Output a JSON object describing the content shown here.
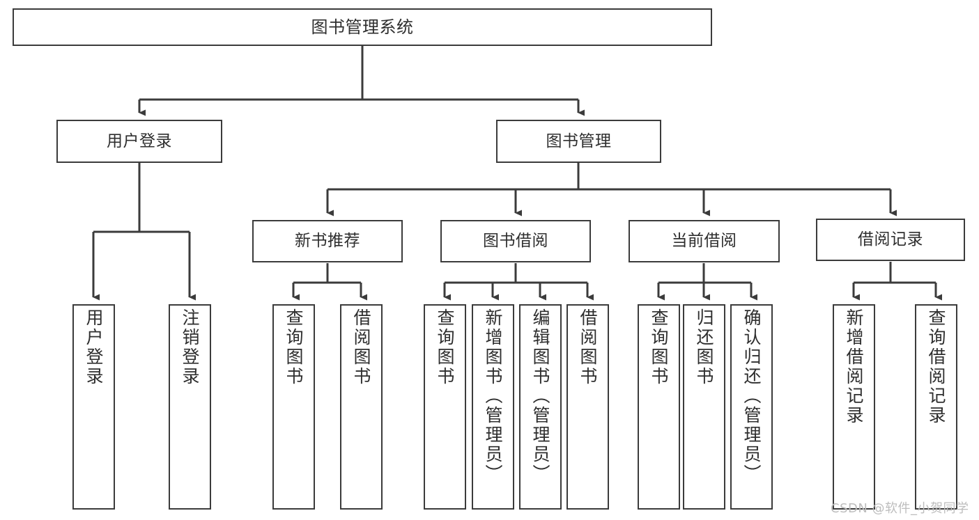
{
  "diagram": {
    "title": "图书管理系统",
    "type": "tree-hierarchy",
    "colors": {
      "box_border": "#3b3b3b",
      "box_fill": "#ffffff",
      "text": "#2e2e2e",
      "connector": "#3b3b3b",
      "watermark": "#bdbdbd",
      "background": "#ffffff"
    },
    "root": {
      "label": "图书管理系统"
    },
    "level2": [
      {
        "label": "用户登录"
      },
      {
        "label": "图书管理"
      }
    ],
    "level3": [
      {
        "label": "新书推荐"
      },
      {
        "label": "图书借阅"
      },
      {
        "label": "当前借阅"
      },
      {
        "label": "借阅记录"
      }
    ],
    "leaves": {
      "user_login": [
        {
          "label": "用户登录"
        },
        {
          "label": "注销登录"
        }
      ],
      "new_books": [
        {
          "label": "查询图书"
        },
        {
          "label": "借阅图书"
        }
      ],
      "book_borrow": [
        {
          "label": "查询图书"
        },
        {
          "label": "新增图书（管理员）"
        },
        {
          "label": "编辑图书（管理员）"
        },
        {
          "label": "借阅图书"
        }
      ],
      "current_borrow": [
        {
          "label": "查询图书"
        },
        {
          "label": "归还图书"
        },
        {
          "label": "确认归还（管理员）"
        }
      ],
      "borrow_records": [
        {
          "label": "新增借阅记录"
        },
        {
          "label": "查询借阅记录"
        }
      ]
    },
    "watermark": "CSDN @软件_小贺同学"
  }
}
